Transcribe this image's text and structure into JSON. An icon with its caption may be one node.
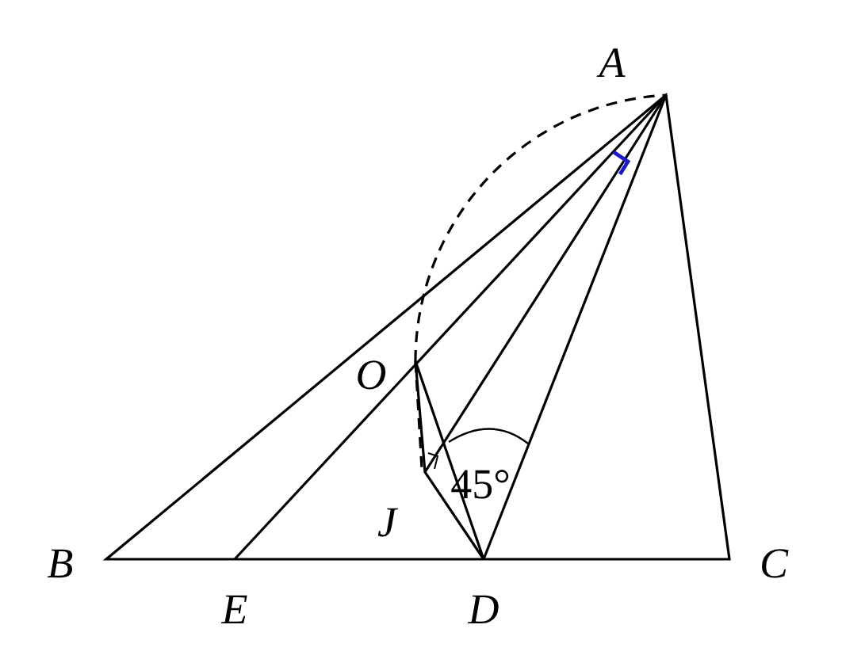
{
  "diagram": {
    "labels": [
      "A",
      "O",
      "B",
      "J",
      "C",
      "E",
      "D",
      "45°"
    ]
  }
}
